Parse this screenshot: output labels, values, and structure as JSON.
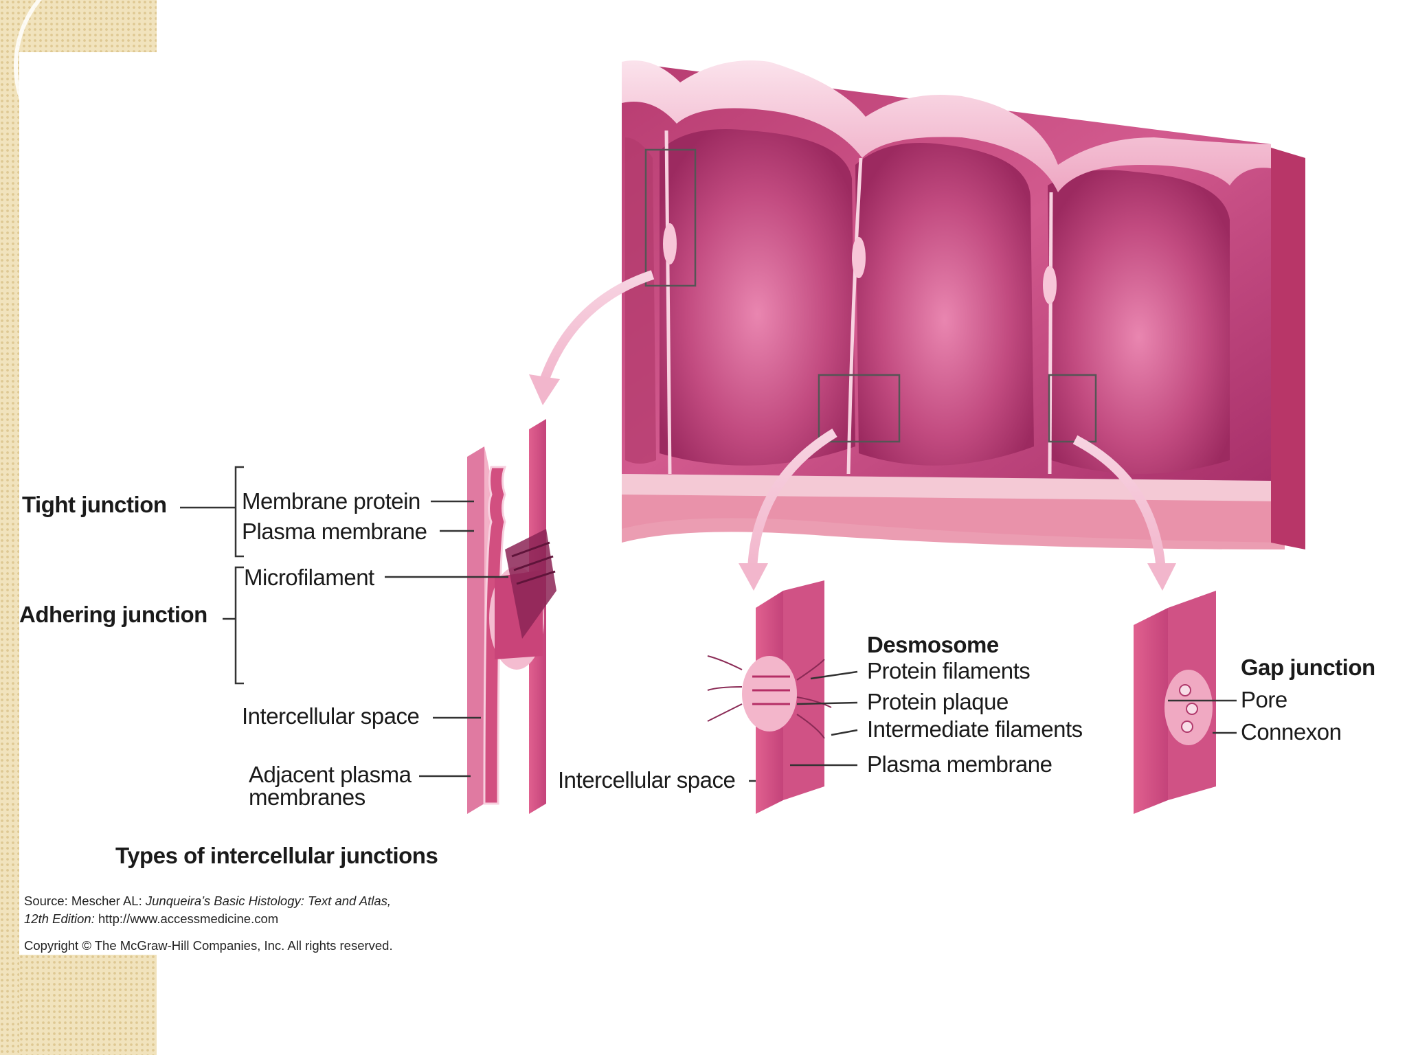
{
  "labels": {
    "tight_junction": "Tight junction",
    "adhering_junction": "Adhering junction",
    "membrane_protein": "Membrane protein",
    "plasma_membrane": "Plasma membrane",
    "microfilament": "Microfilament",
    "intercellular_space_left": "Intercellular space",
    "adjacent_plasma_line1": "Adjacent plasma",
    "adjacent_plasma_line2": "membranes",
    "desmosome": "Desmosome",
    "protein_filaments": "Protein filaments",
    "protein_plaque": "Protein plaque",
    "intermediate_filaments": "Intermediate filaments",
    "plasma_membrane_desmo": "Plasma membrane",
    "intercellular_space_desmo": "Intercellular space",
    "gap_junction": "Gap junction",
    "pore": "Pore",
    "connexon": "Connexon"
  },
  "figure_title": "Types of intercellular junctions",
  "source": {
    "prefix": "Source: Mescher AL: ",
    "book": "Junqueira’s Basic Histology: Text and Atlas,",
    "edition": "12th Edition:",
    "url": " http://www.accessmedicine.com",
    "copyright": "Copyright © The McGraw-Hill Companies, Inc. All rights reserved."
  },
  "colors": {
    "tissue": "#c9497f",
    "tissue_light": "#f3c4d6",
    "membrane_edge": "#e46f98",
    "slide_border": "#f1e3bd"
  }
}
